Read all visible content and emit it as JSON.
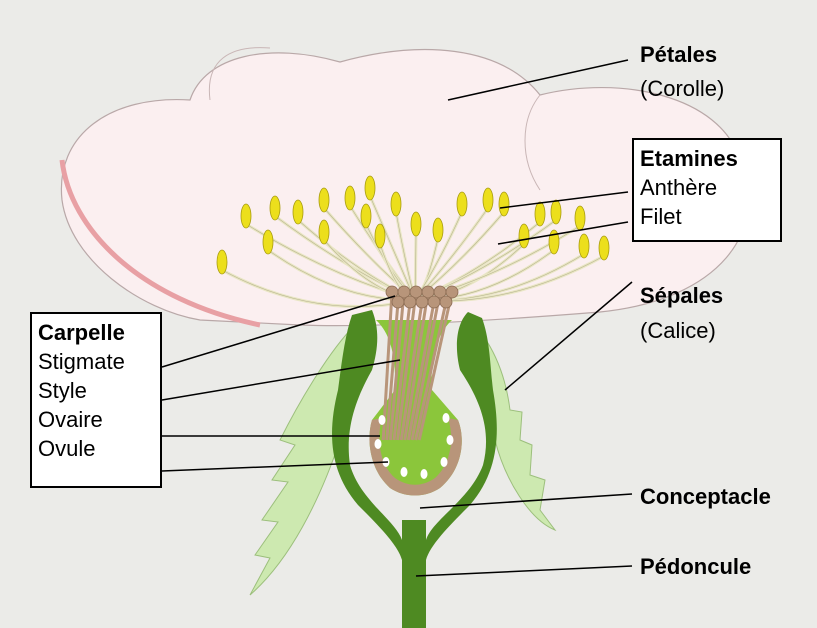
{
  "labels": {
    "petales": {
      "title": "Pétales",
      "sub": "(Corolle)"
    },
    "etamines": {
      "title": "Etamines",
      "items": [
        "Anthère",
        "Filet"
      ]
    },
    "sepales": {
      "title": "Sépales",
      "sub": "(Calice)"
    },
    "carpelle": {
      "title": "Carpelle",
      "items": [
        "Stigmate",
        "Style",
        "Ovaire",
        "Ovule"
      ]
    },
    "conceptacle": "Conceptacle",
    "pedoncule": "Pédoncule"
  },
  "colors": {
    "background": "#ebebe8",
    "petal_fill": "#fbeff0",
    "petal_edge": "#e8a0a4",
    "stamen_filament": "#e9e6c4",
    "anther": "#ecdf1c",
    "receptacle": "#4e8a22",
    "ovary_inner": "#8bc63b",
    "stigma": "#b8957a",
    "sepal": "#cde9b0",
    "ovule": "#ffffff"
  }
}
